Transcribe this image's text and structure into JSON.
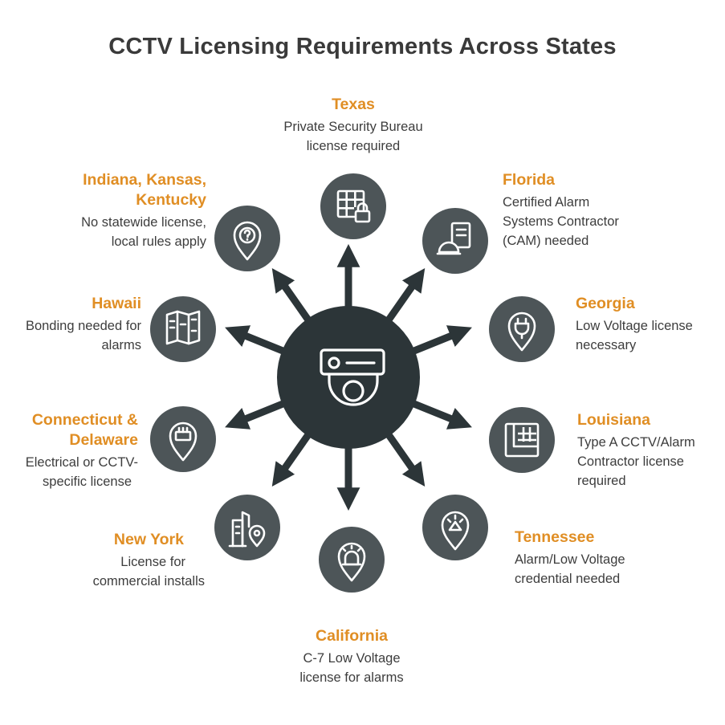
{
  "title": "CCTV Licensing Requirements Across States",
  "colors": {
    "accent": "#e08e24",
    "node": "#4d5558",
    "hub": "#2c3538",
    "text": "#3d3d3d"
  },
  "center_icon": "security-camera-icon",
  "states": [
    {
      "key": "texas",
      "name": "Texas",
      "desc": [
        "Private Security Bureau",
        "license required"
      ],
      "icon": "grid-lock-icon"
    },
    {
      "key": "florida",
      "name": "Florida",
      "desc": [
        "Certified Alarm",
        "Systems Contractor",
        "(CAM) needed"
      ],
      "icon": "hardhat-clipboard-icon"
    },
    {
      "key": "georgia",
      "name": "Georgia",
      "desc": [
        "Low Voltage license",
        "necessary"
      ],
      "icon": "plug-pin-icon"
    },
    {
      "key": "louisiana",
      "name": "Louisiana",
      "desc": [
        "Type A CCTV/Alarm",
        "Contractor license",
        "required"
      ],
      "icon": "blueprint-icon"
    },
    {
      "key": "tennessee",
      "name": "Tennessee",
      "desc": [
        "Alarm/Low Voltage",
        "credential needed"
      ],
      "icon": "alarm-pin-icon"
    },
    {
      "key": "california",
      "name": "California",
      "desc": [
        "C-7 Low Voltage",
        "license for alarms"
      ],
      "icon": "siren-icon"
    },
    {
      "key": "new_york",
      "name": "New York",
      "desc": [
        "License for",
        "commercial installs"
      ],
      "icon": "building-pin-icon"
    },
    {
      "key": "connecticut_delaware",
      "name": [
        "Connecticut &",
        "Delaware"
      ],
      "desc": [
        "Electrical or CCTV-",
        "specific license"
      ],
      "icon": "circuit-pin-icon"
    },
    {
      "key": "hawaii",
      "name": "Hawaii",
      "desc": [
        "Bonding needed for",
        "alarms"
      ],
      "icon": "map-icon"
    },
    {
      "key": "indiana_kansas_kentucky",
      "name": [
        "Indiana, Kansas,",
        "Kentucky"
      ],
      "desc": [
        "No statewide license,",
        "local rules apply"
      ],
      "icon": "question-pin-icon"
    }
  ]
}
